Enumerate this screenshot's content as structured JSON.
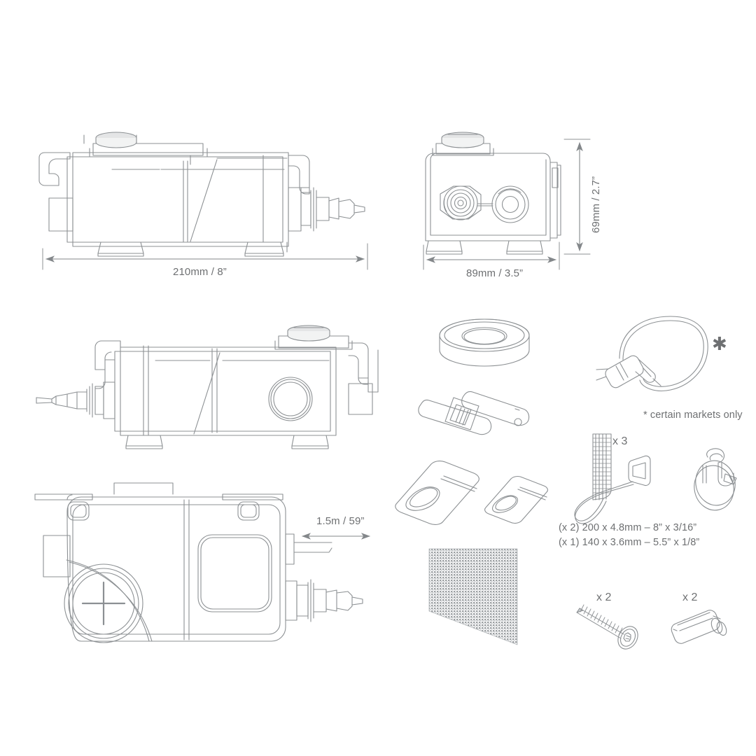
{
  "document": {
    "type": "technical-parts-diagram",
    "subject": "condensate pump unit with installation accessories",
    "line_color": "#8c9093",
    "text_color": "#6e7072",
    "background": "#ffffff"
  },
  "dimensions": {
    "length": "210mm / 8”",
    "width": "89mm / 3.5”",
    "height": "69mm / 2.7”",
    "cable_length": "1.5m / 59”"
  },
  "views": [
    {
      "id": "front-elevation",
      "name": "front elevation with length dimension"
    },
    {
      "id": "end-elevation",
      "name": "end elevation with width and height dimensions"
    },
    {
      "id": "rear-elevation",
      "name": "rear elevation"
    },
    {
      "id": "plan-view",
      "name": "plan view with cable run"
    }
  ],
  "accessories": [
    {
      "id": "sealing-tape",
      "qty": ""
    },
    {
      "id": "check-valve",
      "qty": ""
    },
    {
      "id": "hose-connector-large",
      "qty": ""
    },
    {
      "id": "hose-connector-small",
      "qty": ""
    },
    {
      "id": "mesh-filter",
      "qty": ""
    },
    {
      "id": "sensor-cable",
      "qty": ""
    },
    {
      "id": "cable-ties",
      "qty": "x 3"
    },
    {
      "id": "hose-clamps",
      "qty": ""
    },
    {
      "id": "screws",
      "qty": "x 2"
    },
    {
      "id": "wall-anchors",
      "qty": "x 2"
    }
  ],
  "notes": {
    "asterisk_symbol": "✱",
    "asterisk_note": "* certain markets only",
    "cable_tie_line1": "(x 2) 200 x 4.8mm – 8” x 3/16”",
    "cable_tie_line2": "(x 1) 140 x 3.6mm – 5.5” x 1/8”"
  }
}
